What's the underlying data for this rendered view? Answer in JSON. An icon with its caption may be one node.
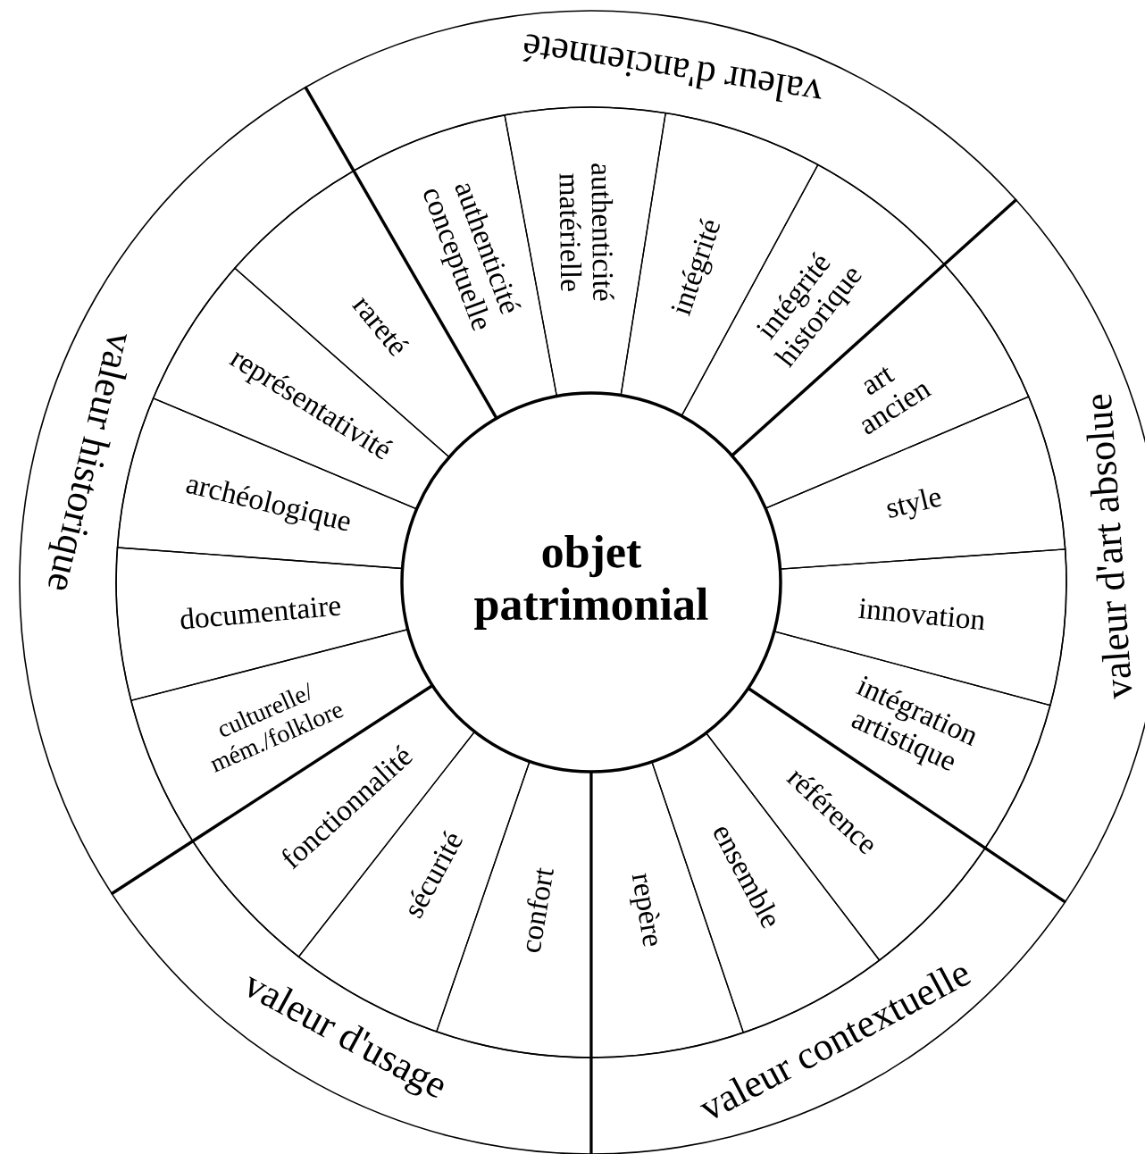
{
  "diagram": {
    "nodes": [
      {
        "text": [
          "objet patrimonial"
        ]
      },
      {
        "text": [
          "valeur d'ancienneté"
        ]
      },
      {
        "text": [
          "valeur d'art absolue"
        ]
      },
      {
        "text": [
          "valeur contextuelle"
        ]
      },
      {
        "text": [
          "valeur d'usage"
        ]
      },
      {
        "text": [
          "valeur historique"
        ]
      },
      {
        "text": [
          "authenticité conceptuelle"
        ]
      },
      {
        "text": [
          "authenticité matérielle"
        ]
      },
      {
        "text": [
          "intégrité"
        ]
      },
      {
        "text": [
          "intégrité historique"
        ]
      },
      {
        "text": [
          "art ancien"
        ]
      },
      {
        "text": [
          "style"
        ]
      },
      {
        "text": [
          "innovation"
        ]
      },
      {
        "text": [
          "intégration artistique"
        ]
      },
      {
        "text": [
          "référence"
        ]
      },
      {
        "text": [
          "ensemble"
        ]
      },
      {
        "text": [
          "repère"
        ]
      },
      {
        "text": [
          "confort"
        ]
      },
      {
        "text": [
          "sécurité"
        ]
      },
      {
        "text": [
          "fonctionnalité"
        ]
      },
      {
        "text": [
          "culturelle/ mém./folklore"
        ]
      },
      {
        "text": [
          "documentaire"
        ]
      },
      {
        "text": [
          "archéologique"
        ]
      },
      {
        "text": [
          "représentativité"
        ]
      },
      {
        "text": [
          "rareté"
        ]
      }
    ]
  }
}
